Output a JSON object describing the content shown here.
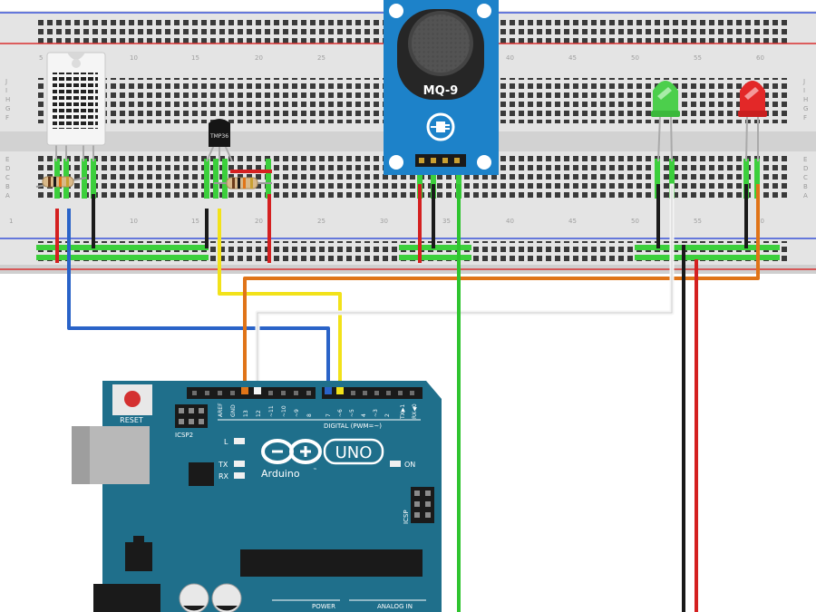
{
  "breadboard": {
    "row_letters_top": [
      "J",
      "I",
      "H",
      "G",
      "F"
    ],
    "row_letters_bottom": [
      "E",
      "D",
      "C",
      "B",
      "A"
    ],
    "column_numbers": [
      "1",
      "5",
      "10",
      "15",
      "20",
      "25",
      "30",
      "35",
      "40",
      "45",
      "50",
      "55",
      "60"
    ]
  },
  "components": {
    "gas_sensor_label": "MQ-9",
    "temp_sensor_label": "TMP36",
    "green_led_label": "",
    "red_led_label": ""
  },
  "arduino": {
    "brand": "Arduino",
    "trademark": "™",
    "model": "UNO",
    "reset_label": "RESET",
    "icsp2_label": "ICSP2",
    "icsp_label": "ICSP",
    "digital_label": "DIGITAL (PWM=~)",
    "power_label": "POWER",
    "analog_label": "ANALOG IN",
    "aref_label": "AREF",
    "gnd_label": "GND",
    "pin_labels": [
      "13",
      "12",
      "~11",
      "~10",
      "~9",
      "8",
      "7",
      "~6",
      "~5",
      "4",
      "~3",
      "2",
      "TX▶1",
      "RX◀0"
    ],
    "led_l": "L",
    "led_tx": "TX",
    "led_rx": "RX",
    "led_on": "ON"
  },
  "colors": {
    "board_blue": "#1f6f8b",
    "wire_red": "#d42020",
    "wire_black": "#1a1a1a",
    "wire_blue": "#2a63c8",
    "wire_yellow": "#f2e21a",
    "wire_orange": "#e07418",
    "wire_white": "#f4f4f4",
    "wire_green": "#2fc42f",
    "sensor_blue": "#1d82c9"
  }
}
